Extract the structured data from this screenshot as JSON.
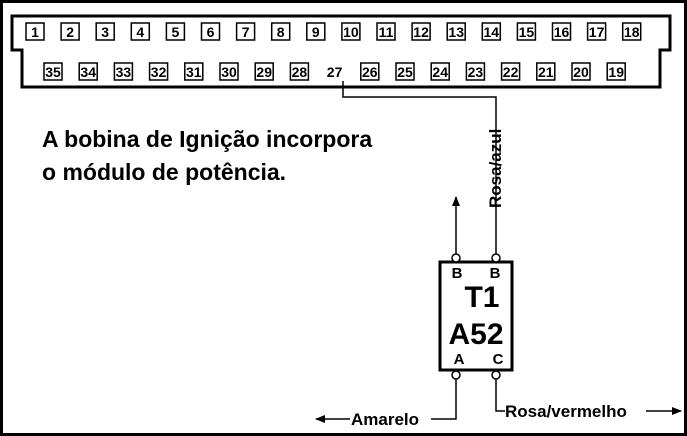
{
  "connector": {
    "top_row_pins": [
      "1",
      "2",
      "3",
      "4",
      "5",
      "6",
      "7",
      "8",
      "9",
      "10",
      "11",
      "12",
      "13",
      "14",
      "15",
      "16",
      "17",
      "18"
    ],
    "bottom_row_pins": [
      "35",
      "34",
      "33",
      "32",
      "31",
      "30",
      "29",
      "28",
      "27",
      "26",
      "25",
      "24",
      "23",
      "22",
      "21",
      "20",
      "19"
    ],
    "used_pin": "27"
  },
  "note": {
    "line1": "A bobina de Ignição  incorpora",
    "line2": "o módulo de potência."
  },
  "component": {
    "name": "T1",
    "code": "A52",
    "top_left_pin": "B",
    "top_right_pin": "B",
    "bottom_left_pin": "A",
    "bottom_right_pin": "C"
  },
  "wires": {
    "pin27_to_coil": "Rosa/azul",
    "coil_pin_a": "Amarelo",
    "coil_pin_c": "Rosa/vermelho"
  }
}
